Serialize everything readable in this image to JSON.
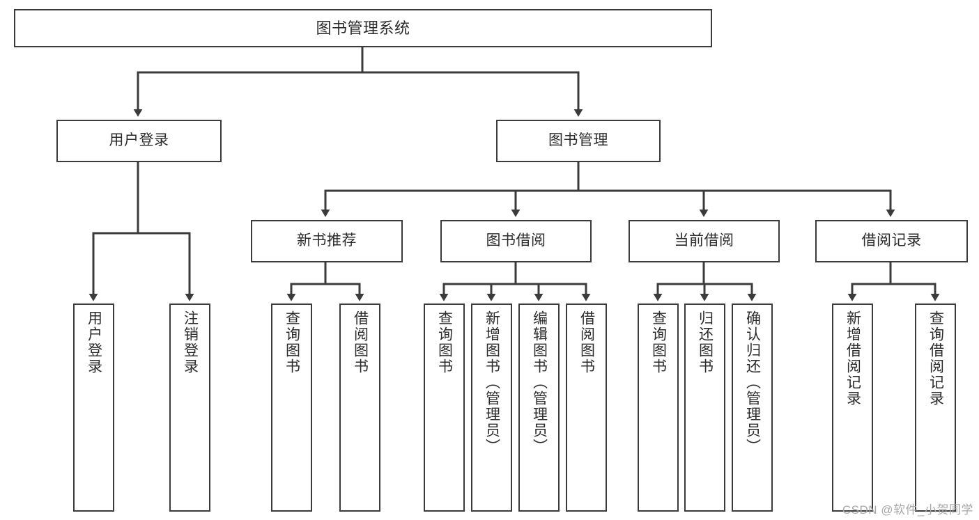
{
  "diagram": {
    "title_box": {
      "label": "图书管理系统"
    },
    "level2": [
      {
        "id": "user-login",
        "label": "用户登录"
      },
      {
        "id": "book-manage",
        "label": "图书管理"
      }
    ],
    "level3": [
      {
        "id": "new-book-rec",
        "label": "新书推荐"
      },
      {
        "id": "book-borrow",
        "label": "图书借阅"
      },
      {
        "id": "current-borrow",
        "label": "当前借阅"
      },
      {
        "id": "borrow-record",
        "label": "借阅记录"
      }
    ],
    "leaves": [
      {
        "id": "leaf-user-login",
        "label": "用户登录"
      },
      {
        "id": "leaf-logout-login",
        "label": "注销登录"
      },
      {
        "id": "leaf-query-book-1",
        "label": "查询图书"
      },
      {
        "id": "leaf-borrow-book-1",
        "label": "借阅图书"
      },
      {
        "id": "leaf-query-book-2",
        "label": "查询图书"
      },
      {
        "id": "leaf-add-book",
        "label": "新增图书（管理员）"
      },
      {
        "id": "leaf-edit-book",
        "label": "编辑图书（管理员）"
      },
      {
        "id": "leaf-borrow-book-2",
        "label": "借阅图书"
      },
      {
        "id": "leaf-query-book-3",
        "label": "查询图书"
      },
      {
        "id": "leaf-return-book",
        "label": "归还图书"
      },
      {
        "id": "leaf-confirm-return",
        "label": "确认归还（管理员）"
      },
      {
        "id": "leaf-add-record",
        "label": "新增借阅记录"
      },
      {
        "id": "leaf-query-record",
        "label": "查询借阅记录"
      }
    ],
    "watermark": "CSDN @软件_小贺同学",
    "colors": {
      "stroke": "#3b3b3b",
      "text": "#2b2b2b",
      "background": "#ffffff",
      "watermark": "#a8a8a8"
    }
  }
}
